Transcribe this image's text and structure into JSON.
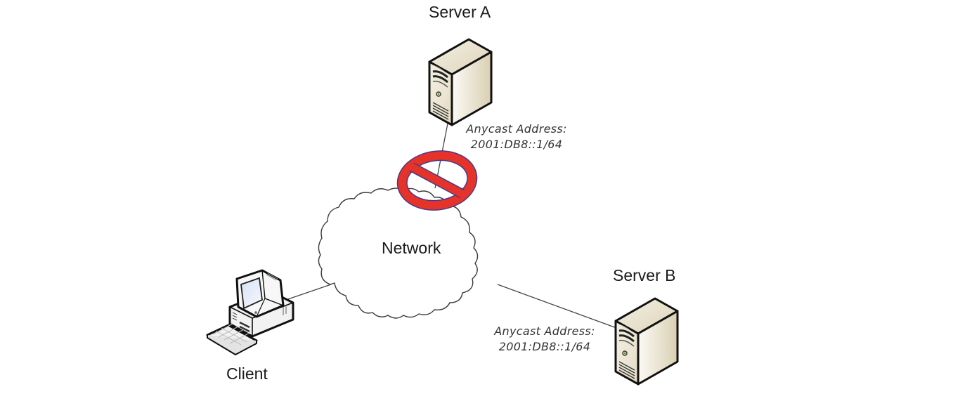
{
  "diagram": {
    "nodes": {
      "server_a": {
        "label": "Server A",
        "icon": "server-tower-icon"
      },
      "server_b": {
        "label": "Server B",
        "icon": "server-tower-icon"
      },
      "client": {
        "label": "Client",
        "icon": "desktop-computer-icon"
      },
      "network": {
        "label": "Network",
        "icon": "cloud-icon"
      }
    },
    "annotations": {
      "server_a_address": {
        "line1": "Anycast Address:",
        "line2": "2001:DB8::1/64"
      },
      "server_b_address": {
        "line1": "Anycast Address:",
        "line2": "2001:DB8::1/64"
      }
    },
    "links": [
      {
        "from": "client",
        "to": "network",
        "status": "up"
      },
      {
        "from": "network",
        "to": "server_b",
        "status": "up"
      },
      {
        "from": "network",
        "to": "server_a",
        "status": "blocked",
        "marker": "prohibition-sign-icon"
      }
    ],
    "colors": {
      "prohibition_fill": "#e53329",
      "prohibition_outline": "#4a3a8a",
      "server_body": "#e9e2cf",
      "server_shadow": "#c9bd9c",
      "line": "#444444"
    }
  }
}
